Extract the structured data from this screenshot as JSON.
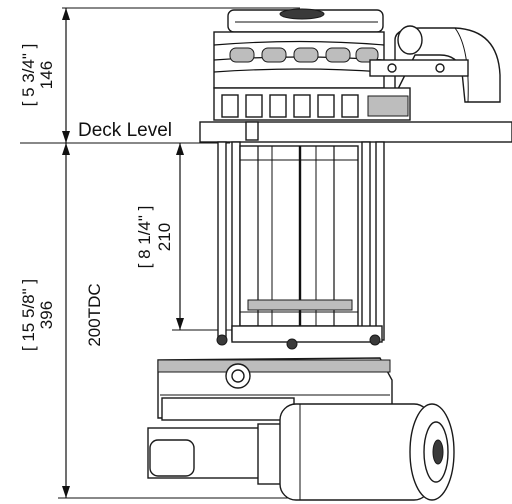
{
  "labels": {
    "deck_level": "Deck Level",
    "upper_dim_in": "[ 5 3/4\" ]",
    "upper_dim_mm": "146",
    "mid_dim_in": "[ 8 1/4\" ]",
    "mid_dim_mm": "210",
    "lower_dim_in": "[ 15 5/8\" ]",
    "lower_dim_mm": "396",
    "lower_dim_model": "200TDC"
  }
}
